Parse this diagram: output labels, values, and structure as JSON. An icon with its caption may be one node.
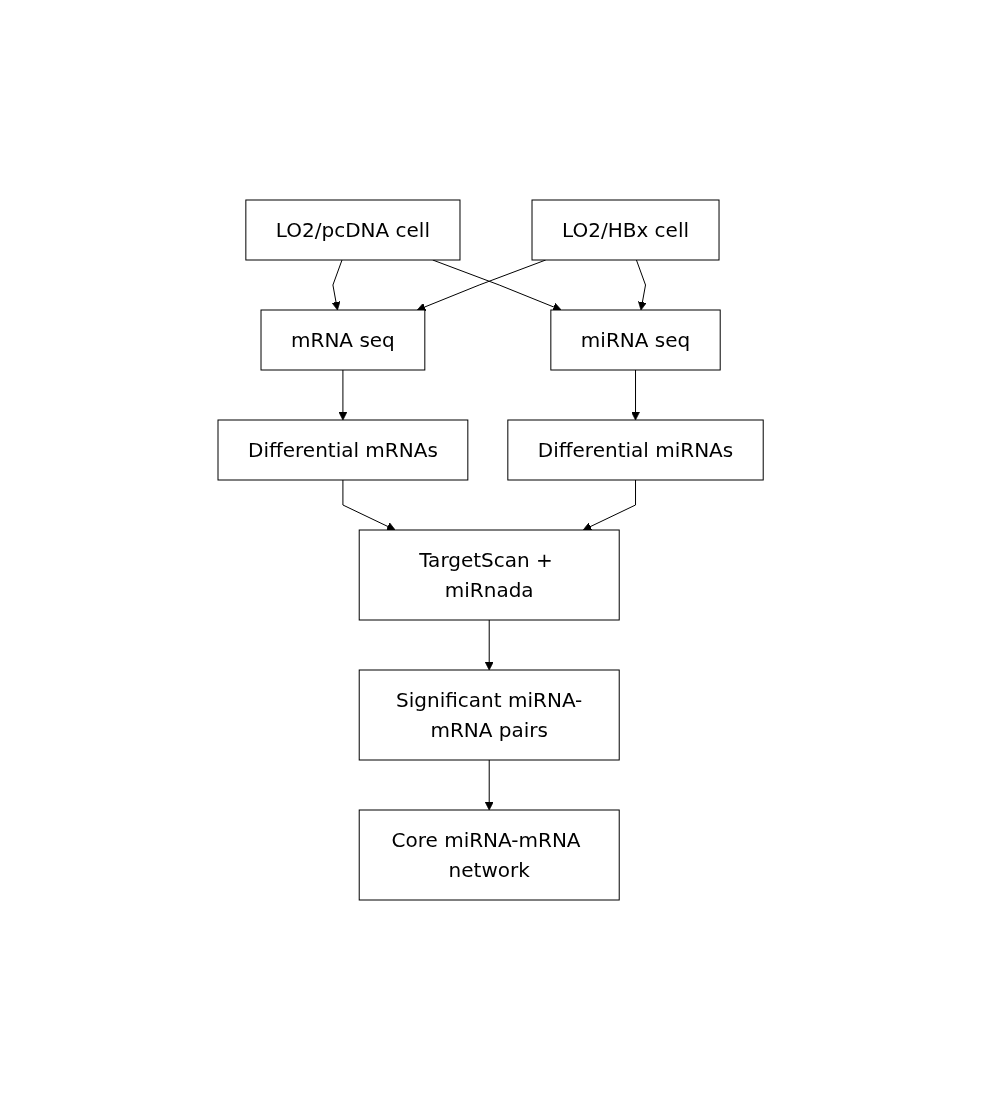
{
  "diagram": {
    "nodes": [
      {
        "text": [
          "LO2/pcDNA cell"
        ]
      },
      {
        "text": [
          "LO2/HBx cell"
        ]
      },
      {
        "text": [
          "mRNA seq"
        ]
      },
      {
        "text": [
          "miRNA seq"
        ]
      },
      {
        "text": [
          "Differential mRNAs"
        ]
      },
      {
        "text": [
          "Differential miRNAs"
        ]
      },
      {
        "text": [
          "TargetScan + miRnada"
        ]
      },
      {
        "text": [
          "Significant miRNA-mRNA pairs"
        ]
      },
      {
        "text": [
          "Core miRNA-mRNA network"
        ]
      }
    ],
    "edges": [
      {
        "from": 0,
        "to": 2,
        "arrow": "to"
      },
      {
        "from": 0,
        "to": 3,
        "arrow": "to"
      },
      {
        "from": 1,
        "to": 2,
        "arrow": "to"
      },
      {
        "from": 1,
        "to": 3,
        "arrow": "to"
      },
      {
        "from": 2,
        "to": 4,
        "arrow": "to"
      },
      {
        "from": 3,
        "to": 5,
        "arrow": "to"
      },
      {
        "from": 4,
        "to": 6,
        "arrow": "to"
      },
      {
        "from": 5,
        "to": 6,
        "arrow": "to"
      },
      {
        "from": 6,
        "to": 7,
        "arrow": "to"
      },
      {
        "from": 7,
        "to": 8,
        "arrow": "to"
      }
    ]
  }
}
